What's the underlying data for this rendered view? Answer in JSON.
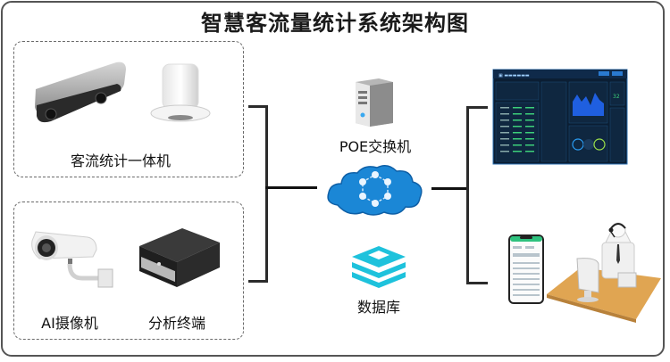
{
  "title": "智慧客流量统计系统架构图",
  "groups": [
    {
      "name": "counter-group",
      "devices": [
        {
          "label": "客流统计一体机"
        }
      ]
    },
    {
      "name": "ai-group",
      "devices": [
        {
          "label": "AI摄像机"
        },
        {
          "label": "分析终端"
        }
      ]
    }
  ],
  "center": {
    "switch_label": "POE交换机",
    "database_label": "数据库"
  },
  "right": {
    "dashboard": {
      "highlight_value": "32"
    },
    "colors": {
      "dashboard_bg": "#0b1e33",
      "chart_fill": "#1f5fe0",
      "accent": "#2a9df4"
    }
  },
  "colors": {
    "cloud": "#1b87d6",
    "database": "#1ec2dc",
    "desk": "#e0a552",
    "phone_accent": "#2ec27e"
  }
}
